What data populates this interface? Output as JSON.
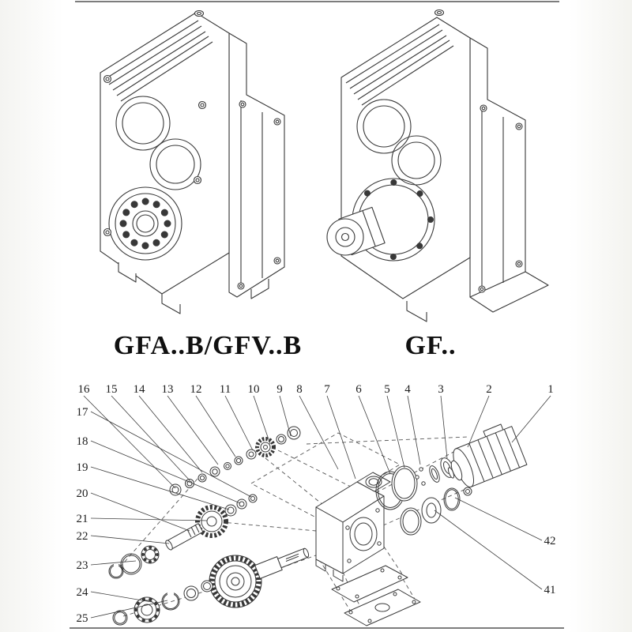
{
  "labels": {
    "left_model": "GFA..B/GFV..B",
    "right_model": "GF.."
  },
  "exploded_view": {
    "callouts_top": [
      "16",
      "15",
      "14",
      "13",
      "12",
      "11",
      "10",
      "9",
      "8",
      "7",
      "6",
      "5",
      "4",
      "3",
      "2",
      "1"
    ],
    "callouts_left": [
      "17",
      "18",
      "19",
      "20",
      "21",
      "22",
      "23",
      "24",
      "25"
    ],
    "callouts_right": [
      "42",
      "41"
    ]
  },
  "drawing": {
    "line_color": "#383838",
    "paper_color": "#ffffff"
  }
}
